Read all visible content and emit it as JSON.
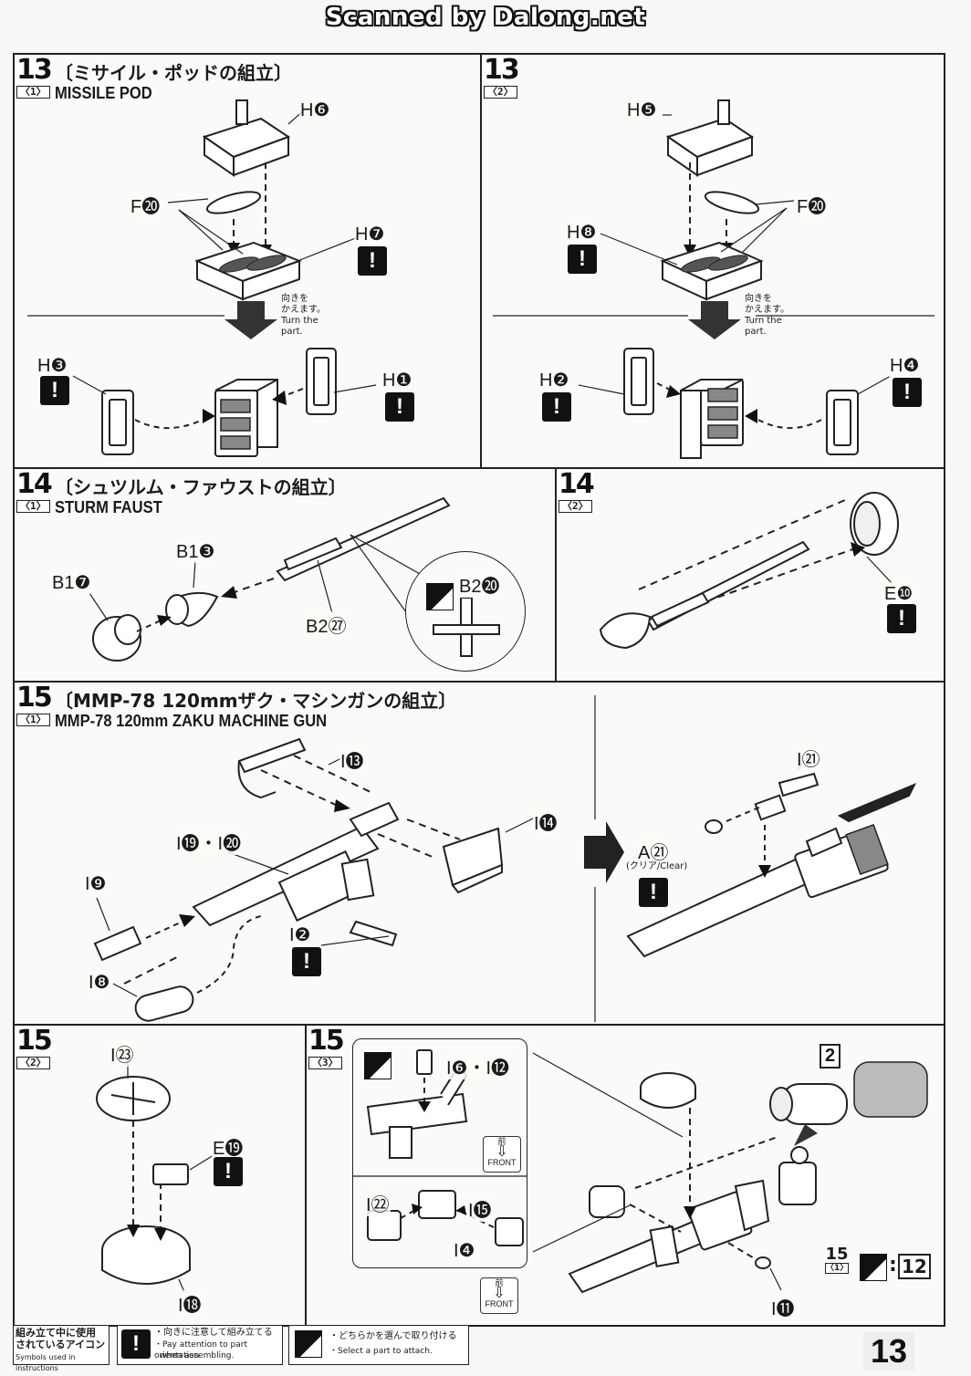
{
  "banner": "Scanned by Dalong.net",
  "page_number": "13",
  "step13": {
    "number": "13",
    "title_jp": "〔ミサイル・ポッドの組立〕",
    "title_en": "MISSILE POD",
    "sub1": "〈1〉",
    "sub2": "〈2〉",
    "turn_note_jp_1": "向きを",
    "turn_note_jp_2": "かえます。",
    "turn_note_en_1": "Turn the",
    "turn_note_en_2": "part.",
    "labels_1": {
      "h6": "H❻",
      "f20": "F⓴",
      "h7": "H❼",
      "h3": "H❸",
      "h1": "H❶"
    },
    "labels_2": {
      "h5": "H❺",
      "f20": "F⓴",
      "h8": "H❽",
      "h2": "H❷",
      "h4": "H❹"
    }
  },
  "step14": {
    "number": "14",
    "title_jp": "〔シュツルム・ファウストの組立〕",
    "title_en": "STURM FAUST",
    "sub1": "〈1〉",
    "sub2": "〈2〉",
    "labels_1": {
      "b13": "B1❸",
      "b17": "B1❼",
      "b227": "B2㉗",
      "b220": "B2⓴"
    },
    "labels_2": {
      "e10": "E❿"
    }
  },
  "step15": {
    "number": "15",
    "title_jp": "〔MMP-78 120mmザク・マシンガンの組立〕",
    "title_en": "MMP-78 120mm ZAKU MACHINE GUN",
    "sub1": "〈1〉",
    "sub2": "〈2〉",
    "sub3": "〈3〉",
    "labels_1": {
      "i13": "I⓭",
      "i19_20": "I⓳・I⓴",
      "i14": "I⓮",
      "i9": "I❾",
      "i2": "I❷",
      "i8": "I❽",
      "i21": "I㉑",
      "a21": "A㉑",
      "clear": "(クリア/Clear)"
    },
    "labels_2": {
      "i23": "I㉓",
      "e19": "E⓳",
      "i18": "I⓲"
    },
    "labels_3": {
      "i6_12": "I❻・I⓬",
      "i22": "I㉒",
      "i15": "I⓯",
      "i4": "I❹",
      "i11": "I⓫",
      "two": "2",
      "ref_15": "15",
      "ref_sub": "〈1〉",
      "ref_12": "12"
    },
    "front_jp": "前",
    "front_en": "FRONT"
  },
  "footer": {
    "legend_title_jp_1": "組み立て中に使用",
    "legend_title_jp_2": "されているアイコン",
    "legend_title_en": "Symbols used in instructions",
    "warn_jp": "・向きに注意して組み立てる",
    "warn_en_1": "・Pay attention to part orientation",
    "warn_en_2": "when assembling.",
    "choose_jp": "・どちらかを選んで取り付ける",
    "choose_en": "・Select a part to attach."
  },
  "icons": {
    "warning": "exclamation-warning-icon",
    "choose": "choose-one-icon",
    "arrow": "arrow-down-icon"
  }
}
